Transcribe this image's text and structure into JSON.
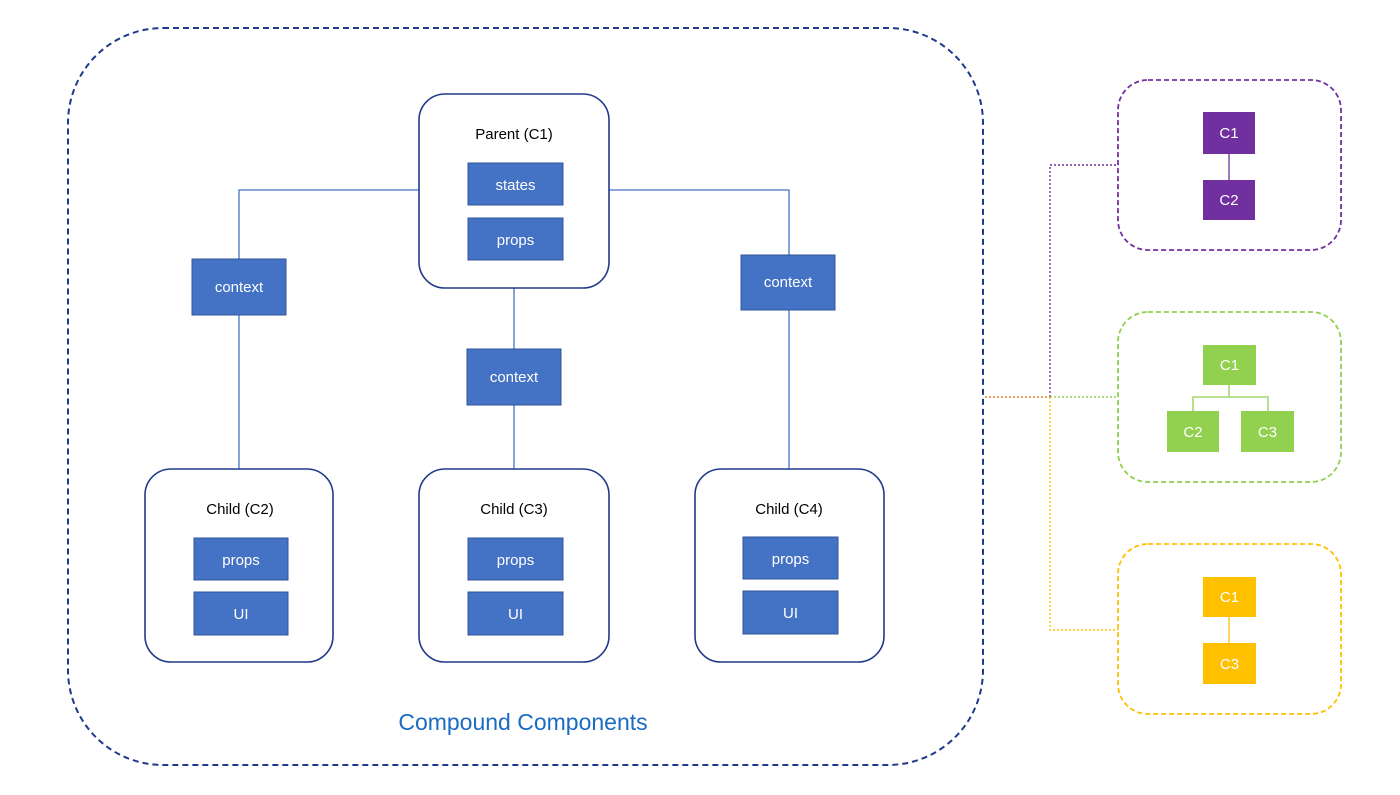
{
  "colors": {
    "navy": "#1f3a8a",
    "box_fill": "#4472c4",
    "box_text": "#ffffff",
    "label_text": "#000000",
    "title_blue": "#1a6bc1",
    "purple": "#7030a0",
    "green": "#92d050",
    "orange": "#ffc000"
  },
  "main": {
    "title": "Compound Components",
    "parent": {
      "title": "Parent (C1)",
      "items": [
        "states",
        "props"
      ]
    },
    "contexts": [
      "context",
      "context",
      "context"
    ],
    "children": [
      {
        "title": "Child (C2)",
        "items": [
          "props",
          "UI"
        ]
      },
      {
        "title": "Child (C3)",
        "items": [
          "props",
          "UI"
        ]
      },
      {
        "title": "Child (C4)",
        "items": [
          "props",
          "UI"
        ]
      }
    ]
  },
  "variants": [
    {
      "color": "purple",
      "root": "C1",
      "leaves": [
        "C2"
      ]
    },
    {
      "color": "green",
      "root": "C1",
      "leaves": [
        "C2",
        "C3"
      ]
    },
    {
      "color": "orange",
      "root": "C1",
      "leaves": [
        "C3"
      ]
    }
  ]
}
